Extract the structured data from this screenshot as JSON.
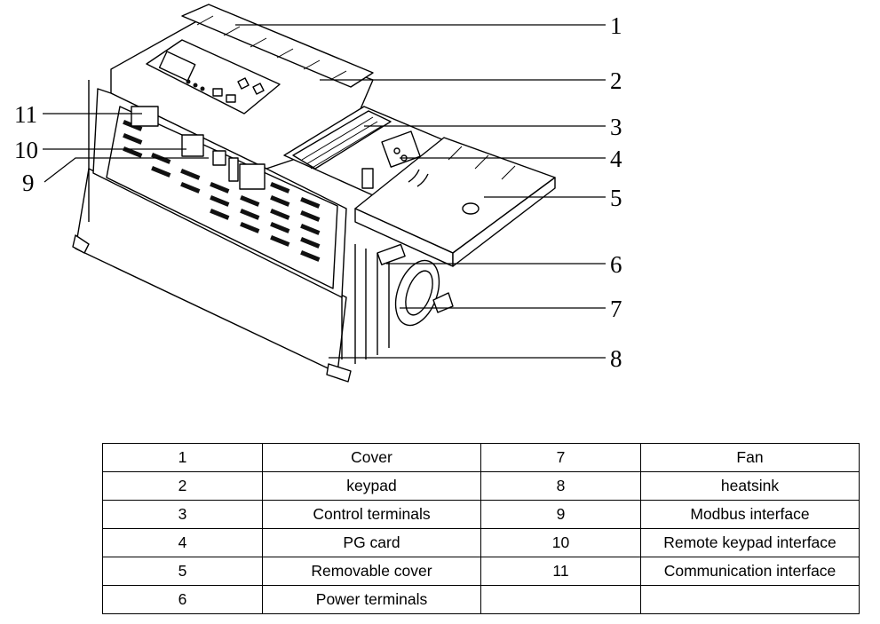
{
  "callouts": [
    "1",
    "2",
    "3",
    "4",
    "5",
    "6",
    "7",
    "8",
    "9",
    "10",
    "11"
  ],
  "legend": {
    "rows": [
      {
        "n1": "1",
        "p1": "Cover",
        "n2": "7",
        "p2": "Fan"
      },
      {
        "n1": "2",
        "p1": "keypad",
        "n2": "8",
        "p2": "heatsink"
      },
      {
        "n1": "3",
        "p1": "Control terminals",
        "n2": "9",
        "p2": "Modbus interface"
      },
      {
        "n1": "4",
        "p1": "PG card",
        "n2": "10",
        "p2": "Remote keypad interface"
      },
      {
        "n1": "5",
        "p1": "Removable cover",
        "n2": "11",
        "p2": "Communication interface"
      },
      {
        "n1": "6",
        "p1": "Power terminals",
        "n2": "",
        "p2": ""
      }
    ]
  }
}
